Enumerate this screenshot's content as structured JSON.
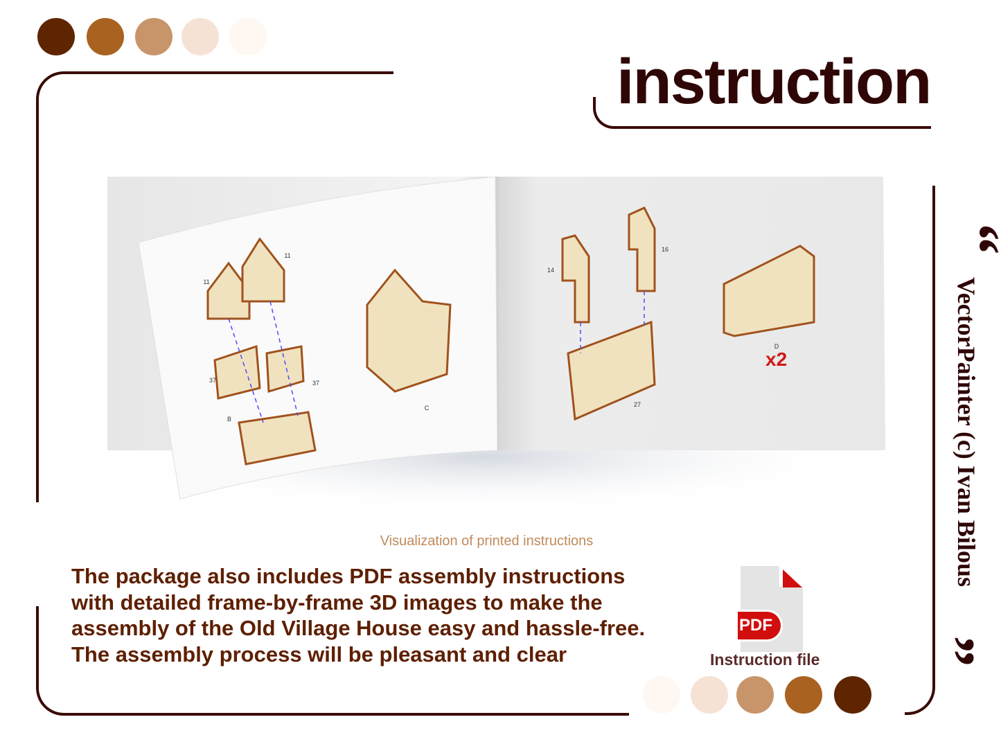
{
  "palette_top": [
    "#5e2500",
    "#aa6221",
    "#c8956a",
    "#f6e2d5",
    "#fef7f2"
  ],
  "palette_bottom": [
    "#fef7f2",
    "#f6e2d5",
    "#c8956a",
    "#aa6221",
    "#5e2500"
  ],
  "title": "instruction",
  "credit": "VectorPainter (c) Ivan Bilous",
  "quote_open": "“",
  "quote_close": "”",
  "book": {
    "left_labels": [
      "11",
      "11",
      "37",
      "37",
      "B",
      "C"
    ],
    "right_labels": [
      "14",
      "16",
      "27",
      "D"
    ],
    "multiplier": "x2"
  },
  "caption": "Visualization of printed instructions",
  "description": [
    "The package also includes PDF assembly instructions",
    "with detailed frame-by-frame 3D images to make the",
    "assembly of the Old Village House easy and hassle-free.",
    "The assembly process will be pleasant and clear"
  ],
  "pdf": {
    "badge": "PDF",
    "label": "Instruction file"
  }
}
